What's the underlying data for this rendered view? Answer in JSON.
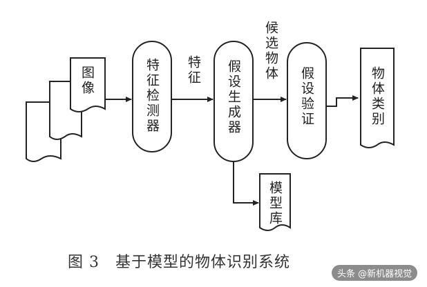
{
  "nodes": {
    "image_input": "图像",
    "feature_detector": "特征检测器",
    "hypothesis_generator": "假设生成器",
    "hypothesis_verifier": "假设验证",
    "object_class": "物体类别",
    "model_library": "模型库"
  },
  "edge_labels": {
    "features": "特征",
    "candidate_objects": "候选物体"
  },
  "caption": "图 3　基于模型的物体识别系统",
  "watermark": "头条 @新机器视觉",
  "colors": {
    "line": "#222222",
    "background": "#ffffff"
  }
}
